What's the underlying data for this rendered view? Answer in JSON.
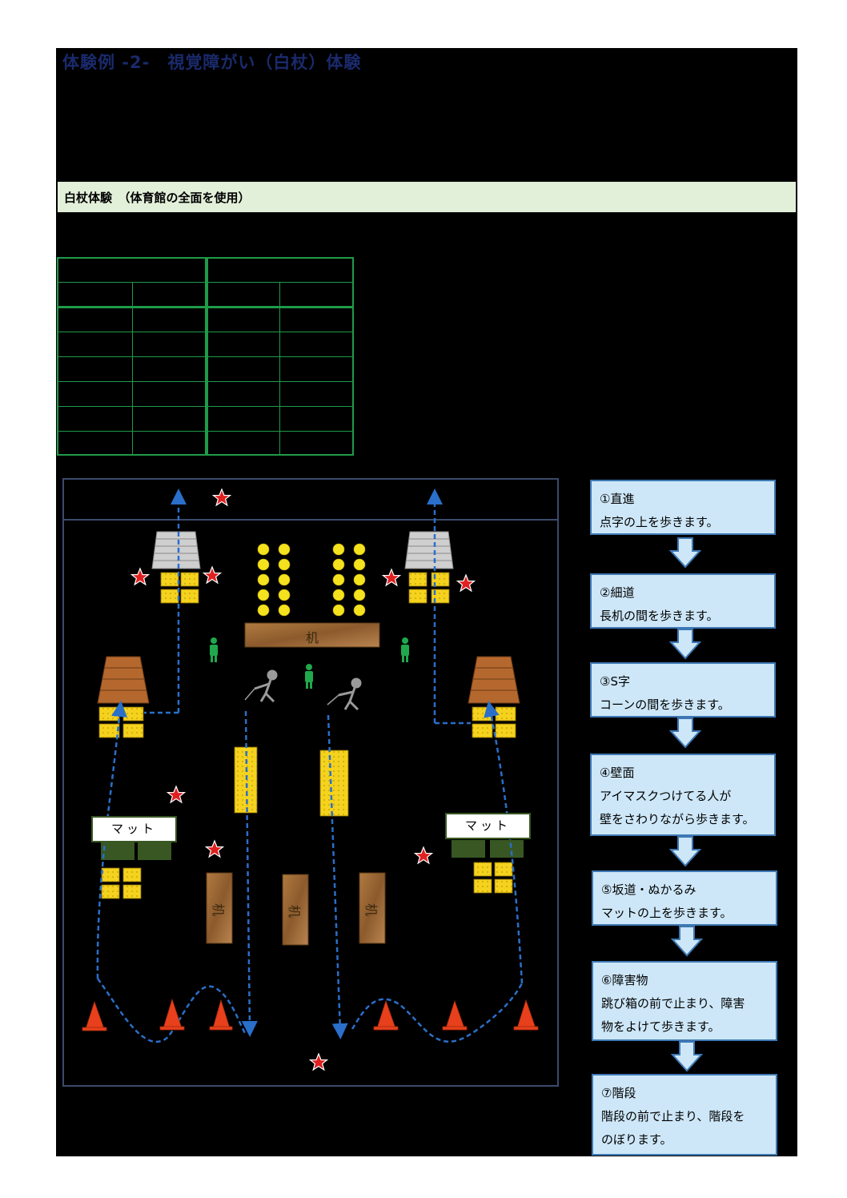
{
  "title": "体験例 -2-　視覚障がい（白杖）体験",
  "section_heading": "白杖体験　（体育館の全面を使用）",
  "map": {
    "desk_label": "机",
    "mat_label": "マット"
  },
  "steps": [
    {
      "title": "①直進",
      "lines": [
        "点字の上を歩きます。"
      ]
    },
    {
      "title": "②細道",
      "lines": [
        "長机の間を歩きます。"
      ]
    },
    {
      "title": "③S字",
      "lines": [
        "コーンの間を歩きます。"
      ]
    },
    {
      "title": "④壁面",
      "lines": [
        "アイマスクつけてる人が",
        "壁をさわりながら歩きます。"
      ]
    },
    {
      "title": "⑤坂道・ぬかるみ",
      "lines": [
        "マットの上を歩きます。"
      ]
    },
    {
      "title": "⑥障害物",
      "lines": [
        "跳び箱の前で止まり、障害",
        "物をよけて歩きます。"
      ]
    },
    {
      "title": "⑦階段",
      "lines": [
        "階段の前で止まり、階段を",
        "のぼります。"
      ]
    }
  ],
  "colors": {
    "step_fill": "#cde7f8",
    "step_border": "#3e78b4",
    "table_border": "#1f9a48",
    "path_line": "#2a6fc9",
    "cone": "#e8401c",
    "star": "#e02020",
    "braille_block": "#f5d21e",
    "desk_wood": "#a0703c"
  }
}
